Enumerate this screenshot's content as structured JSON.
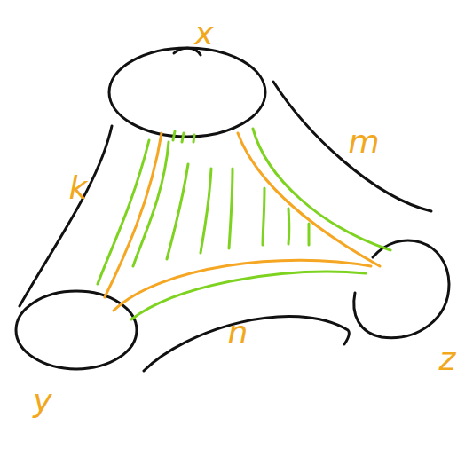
{
  "diagram": {
    "labels": [
      "x",
      "m",
      "k",
      "n",
      "z",
      "y"
    ]
  }
}
